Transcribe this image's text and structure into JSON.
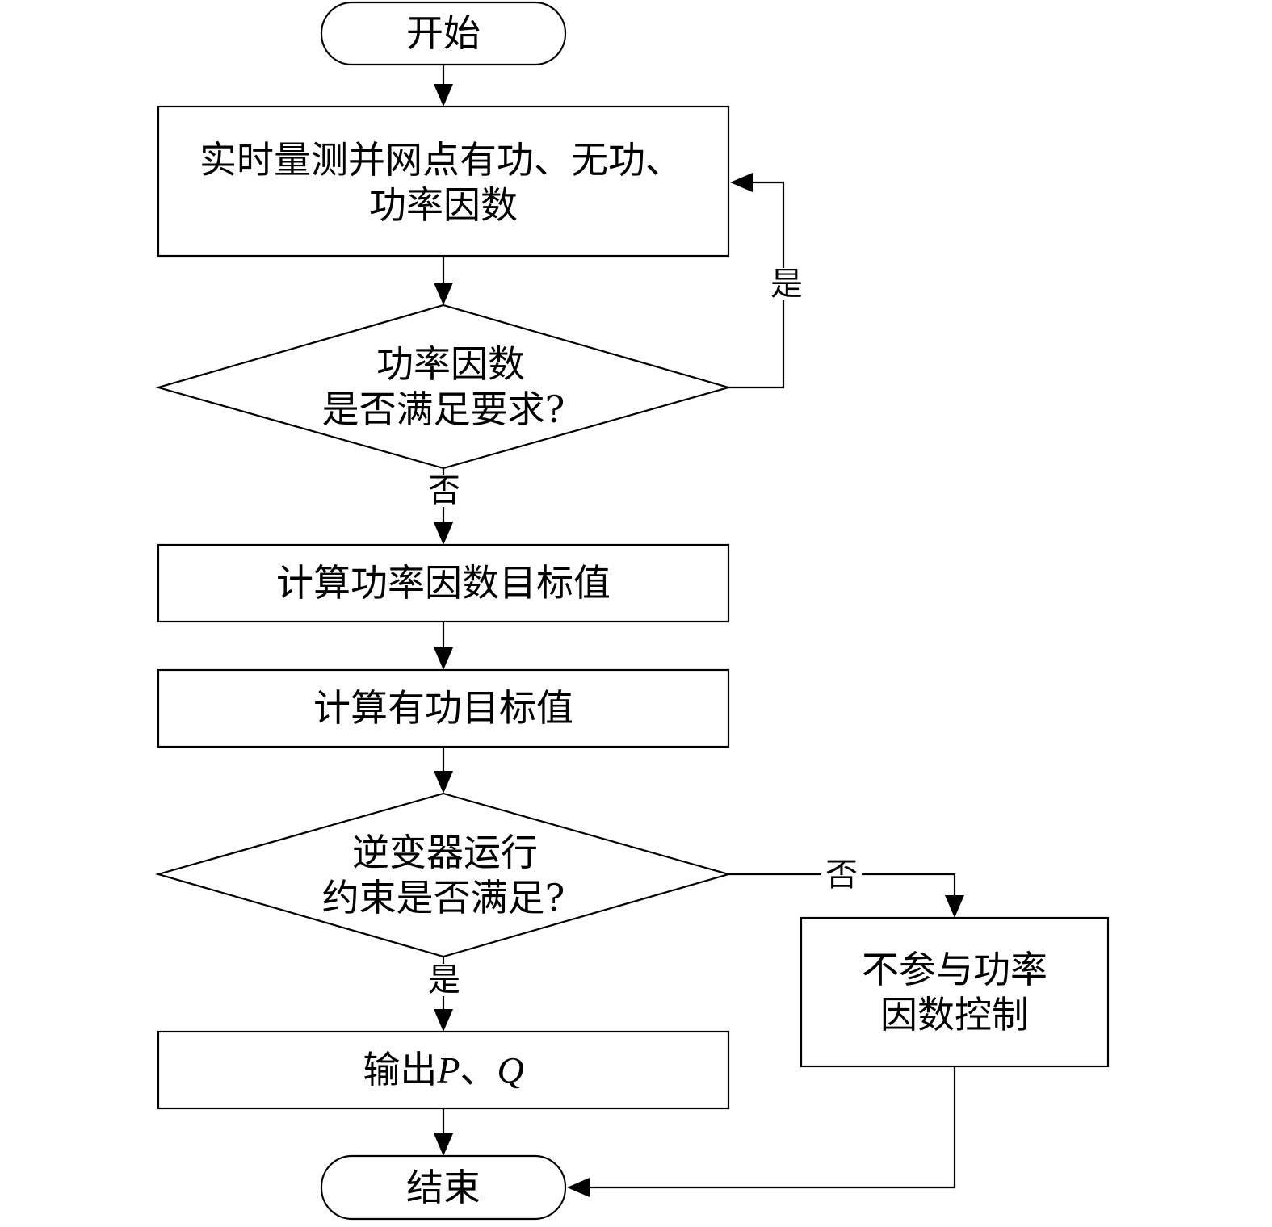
{
  "nodes": {
    "start": "开始",
    "measure": {
      "line1": "实时量测并网点有功、无功、",
      "line2": "功率因数"
    },
    "pf_check": {
      "line1": "功率因数",
      "line2": "是否满足要求?"
    },
    "calc_pf_target": "计算功率因数目标值",
    "calc_p_target": "计算有功目标值",
    "inverter_check": {
      "line1": "逆变器运行",
      "line2": "约束是否满足?"
    },
    "output": {
      "prefix": "输出",
      "p": "P",
      "sep": "、",
      "q": "Q"
    },
    "exclude": {
      "line1": "不参与功率",
      "line2": "因数控制"
    },
    "end": "结束"
  },
  "edges": {
    "pf_yes": "是",
    "pf_no": "否",
    "inv_no": "否",
    "inv_yes": "是"
  }
}
